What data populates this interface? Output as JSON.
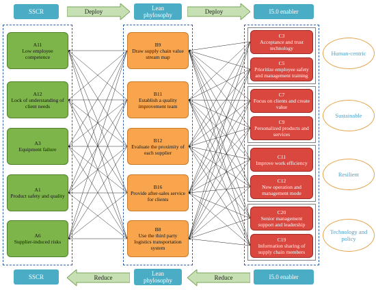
{
  "headers": {
    "top_left": "SSCR",
    "top_mid": "Lean\nphylosophy",
    "top_right": "I5.0 enabler",
    "bottom_left": "SSCR",
    "bottom_mid": "Lean\nphylosophy",
    "bottom_right": "I5.0 enabler"
  },
  "arrows": {
    "deploy_1": "Deploy",
    "deploy_2": "Deploy",
    "reduce_1": "Reduce",
    "reduce_2": "Reduce"
  },
  "risks": [
    {
      "code": "A11",
      "text": "Low employee competence"
    },
    {
      "code": "A12",
      "text": "Lock of understanding of client needs"
    },
    {
      "code": "A3",
      "text": "Equipment failure"
    },
    {
      "code": "A1",
      "text": "Product safety and quality"
    },
    {
      "code": "A6",
      "text": "Supplier-induced risks"
    }
  ],
  "lean": [
    {
      "code": "B9",
      "text": "Draw supply chain value stream map"
    },
    {
      "code": "B11",
      "text": "Establish a quality improvement team"
    },
    {
      "code": "B12",
      "text": "Evaluate the proximity of each supplier"
    },
    {
      "code": "B16",
      "text": "Provide after-sales service for clients"
    },
    {
      "code": "B8",
      "text": "Use the third party logistics transportation system"
    }
  ],
  "enablers": [
    {
      "code": "C3",
      "text": "Acceptance and trust technology"
    },
    {
      "code": "C5",
      "text": "Prioritize employee safety and management training"
    },
    {
      "code": "C7",
      "text": "Focus on clients and create value"
    },
    {
      "code": "C9",
      "text": "Personalized products and services"
    },
    {
      "code": "C11",
      "text": "Improve work efficiency"
    },
    {
      "code": "C12",
      "text": "New operation and management mode"
    },
    {
      "code": "C20",
      "text": "Senior management support and leadership"
    },
    {
      "code": "C19",
      "text": "Information sharing of supply chain members"
    }
  ],
  "categories": [
    "Human-centric",
    "Sustainable",
    "Resilient",
    "Technology and policy"
  ],
  "colors": {
    "header": "#4bacc6",
    "arrow": "#c6e0b4",
    "risk": "#7db54a",
    "lean": "#f8a54e",
    "enabler": "#d9473e",
    "category_border": "#e4a24a",
    "dashed": "#2c5ea8"
  }
}
